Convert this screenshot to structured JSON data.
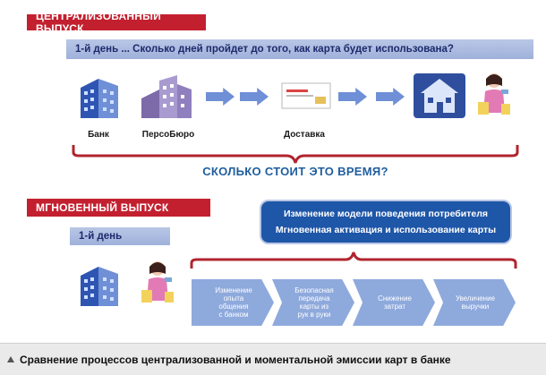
{
  "centralized": {
    "banner": "ЦЕНТРАЛИЗОВАННЫЙ ВЫПУСК",
    "bar": "1-й день ...  Сколько дней пройдет до того, как карта будет использована?",
    "labels": [
      "Банк",
      "ПерсоБюро",
      "Доставка"
    ],
    "question": "СКОЛЬКО СТОИТ ЭТО ВРЕМЯ?"
  },
  "instant": {
    "banner": "МГНОВЕННЫЙ ВЫПУСК",
    "bar": "1-й день",
    "model_lines": [
      "Изменение модели поведения потребителя",
      "Мгновенная активация и использование карты"
    ],
    "steps": [
      {
        "l1": "Изменение",
        "l2": "опыта",
        "l3": "общения",
        "l4": "с банком"
      },
      {
        "l1": "Безопасная",
        "l2": "передача",
        "l3": "карты из",
        "l4": "рук в руки"
      },
      {
        "l1": "Снижение",
        "l2": "затрат",
        "l3": "",
        "l4": ""
      },
      {
        "l1": "Увеличение",
        "l2": "выручки",
        "l3": "",
        "l4": ""
      }
    ]
  },
  "footer": "Сравнение процессов централизованной и моментальной эмиссии карт в банке",
  "colors": {
    "banner": "#c3202f",
    "bar": "#a9b9e0",
    "chevron": "#8ea9dc",
    "brace": "#b0242f",
    "question": "#1f5e9e",
    "model_box": "#1e56a8"
  }
}
